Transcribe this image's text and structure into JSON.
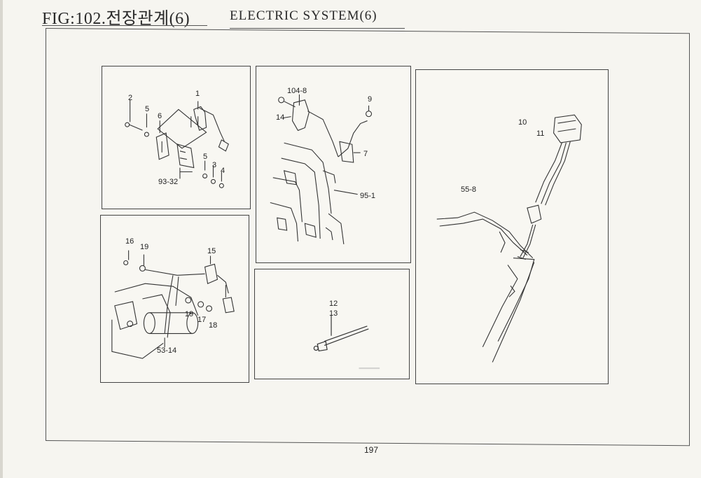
{
  "header": {
    "title": "FIG:102.전장관계(6)",
    "subtitle": "ELECTRIC SYSTEM(6)"
  },
  "page_number": "197",
  "panels": {
    "top_left": {
      "labels": [
        "1",
        "2",
        "5",
        "6",
        "93-32",
        "5",
        "3",
        "4"
      ]
    },
    "top_middle": {
      "labels": [
        "104-8",
        "14",
        "9",
        "7",
        "95-1"
      ]
    },
    "bottom_left": {
      "labels": [
        "16",
        "19",
        "15",
        "19",
        "17",
        "18",
        "53-14"
      ]
    },
    "bottom_middle": {
      "labels": [
        "12",
        "13"
      ]
    },
    "right": {
      "labels": [
        "10",
        "11",
        "55-8"
      ]
    }
  }
}
